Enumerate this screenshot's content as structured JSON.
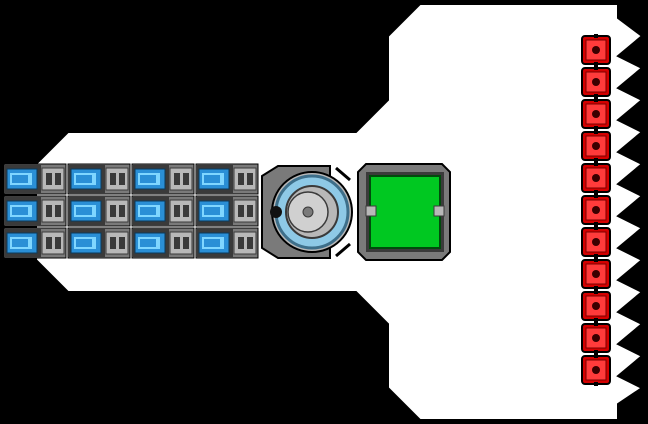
{
  "scene": {
    "background_color": "#000000",
    "hull_color": "#ffffff",
    "hull_outline": "#000000"
  },
  "components": {
    "battery_rows": 3,
    "battery_cols": 4,
    "battery_count": 12,
    "reactor": {
      "icon": "reactor-core-icon",
      "ring_color": "#8ec9e6"
    },
    "cargo": {
      "icon": "cargo-hatch-icon",
      "fill_color": "#00c821"
    },
    "weapons": {
      "icon": "red-turret-icon",
      "count": 11,
      "color": "#d40000"
    }
  },
  "colors": {
    "metal_dark": "#3a3a3a",
    "metal_mid": "#7a7a7a",
    "metal_light": "#b8b8b8",
    "battery_blue": "#2a8fd6",
    "battery_cyan": "#7fd6ff"
  }
}
